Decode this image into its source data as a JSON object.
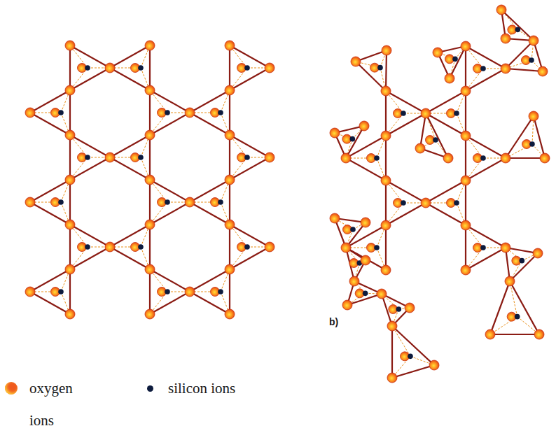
{
  "diagram": {
    "labels": [
      "b)"
    ],
    "legend": [
      {
        "text": "oxygen ions",
        "color": "#f05a1e"
      },
      {
        "text": "silicon ions",
        "color": "#0d1b3d"
      }
    ]
  }
}
